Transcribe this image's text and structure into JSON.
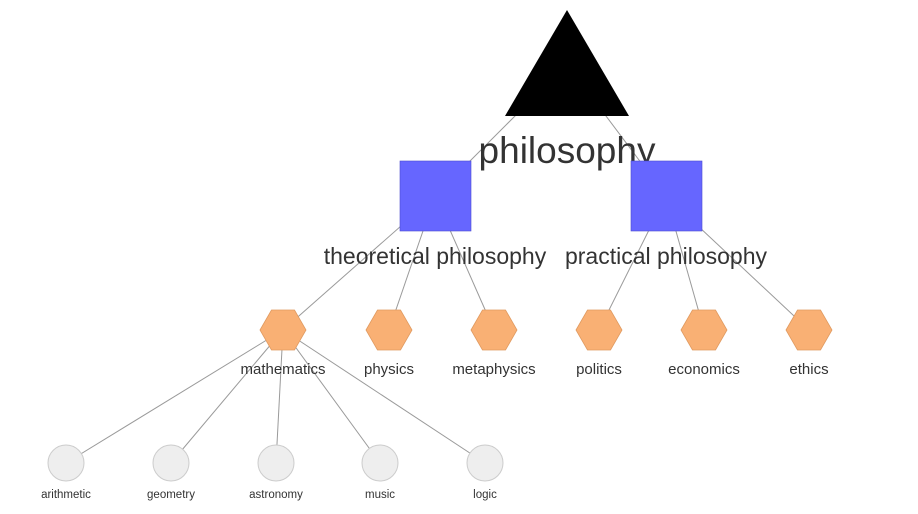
{
  "colors": {
    "root": "#000000",
    "level1": "#6666ff",
    "level2": "#f9b074",
    "level2_stroke": "#e09a60",
    "level3": "#eeeeee",
    "level3_stroke": "#cccccc",
    "edge": "#9a9a9a",
    "text": "#333333"
  },
  "tree": {
    "label": "philosophy",
    "shape": "triangle",
    "children": [
      {
        "label": "theoretical philosophy",
        "shape": "square",
        "children": [
          {
            "label": "mathematics",
            "shape": "hexagon",
            "children": [
              {
                "label": "arithmetic",
                "shape": "circle"
              },
              {
                "label": "geometry",
                "shape": "circle"
              },
              {
                "label": "astronomy",
                "shape": "circle"
              },
              {
                "label": "music",
                "shape": "circle"
              },
              {
                "label": "logic",
                "shape": "circle"
              }
            ]
          },
          {
            "label": "physics",
            "shape": "hexagon"
          },
          {
            "label": "metaphysics",
            "shape": "hexagon"
          }
        ]
      },
      {
        "label": "practical philosophy",
        "shape": "square",
        "children": [
          {
            "label": "politics",
            "shape": "hexagon"
          },
          {
            "label": "economics",
            "shape": "hexagon"
          },
          {
            "label": "ethics",
            "shape": "hexagon"
          }
        ]
      }
    ]
  }
}
